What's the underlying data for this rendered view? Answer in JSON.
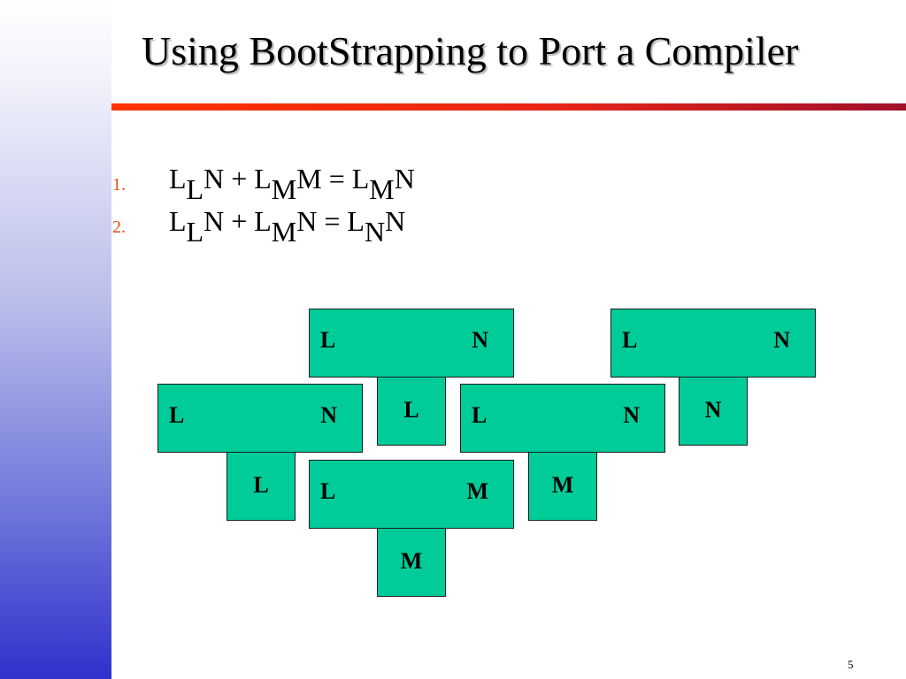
{
  "slide": {
    "title": "Using BootStrapping to Port a Compiler",
    "page_number": "5"
  },
  "equations": [
    {
      "number": "1.",
      "parts": [
        {
          "base": "L",
          "sub": "L",
          "rest": "N + "
        },
        {
          "base": "L",
          "sub": "M",
          "rest": "M = "
        },
        {
          "base": "L",
          "sub": "M",
          "rest": "N"
        }
      ]
    },
    {
      "number": "2.",
      "parts": [
        {
          "base": "L",
          "sub": "L",
          "rest": "N + "
        },
        {
          "base": "L",
          "sub": "M",
          "rest": "N = "
        },
        {
          "base": "L",
          "sub": "N",
          "rest": "N"
        }
      ]
    }
  ],
  "diagram": {
    "t_diagrams": [
      {
        "left": "L",
        "right": "N",
        "base": "L"
      },
      {
        "left": "L",
        "right": "N",
        "base": "L"
      },
      {
        "left": "L",
        "right": "M",
        "base": "M"
      },
      {
        "left": "L",
        "right": "N",
        "base": "N"
      },
      {
        "left": "L",
        "right": "N",
        "base": "M"
      }
    ]
  },
  "colors": {
    "box_fill": "#00cc99",
    "title_rule": "#e92516",
    "list_number": "#e14b15",
    "side_band_bottom": "#3030cc"
  }
}
